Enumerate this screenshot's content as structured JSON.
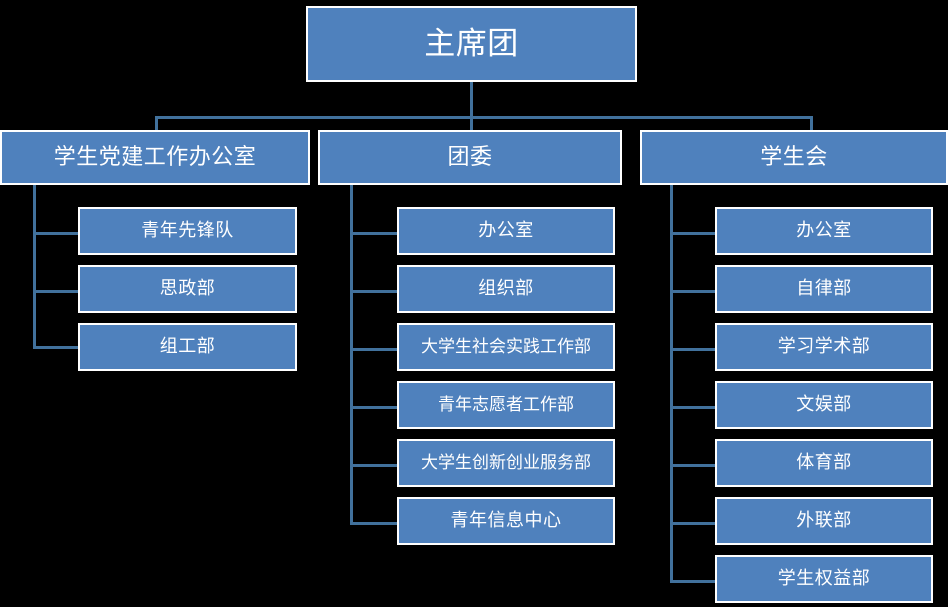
{
  "chart_data": {
    "type": "diagram",
    "diagram_type": "organization-chart",
    "title": "",
    "orientation": "top-down-with-left-hanging-children",
    "colors": {
      "background": "#000000",
      "node_fill": "#4F81BD",
      "node_border": "#FFFFFF",
      "node_text": "#FFFFFF",
      "connector": "#41719C"
    },
    "levels": 3,
    "node_count": 17
  },
  "root": {
    "label": "主席团"
  },
  "branches": [
    {
      "id": "student-party-building-office",
      "label": "学生党建工作办公室",
      "children": [
        {
          "label": "青年先锋队"
        },
        {
          "label": "思政部"
        },
        {
          "label": "组工部"
        }
      ]
    },
    {
      "id": "youth-league-committee",
      "label": "团委",
      "children": [
        {
          "label": "办公室"
        },
        {
          "label": "组织部"
        },
        {
          "label": "大学生社会实践工作部"
        },
        {
          "label": "青年志愿者工作部"
        },
        {
          "label": "大学生创新创业服务部"
        },
        {
          "label": "青年信息中心"
        }
      ]
    },
    {
      "id": "student-union",
      "label": "学生会",
      "children": [
        {
          "label": "办公室"
        },
        {
          "label": "自律部"
        },
        {
          "label": "学习学术部"
        },
        {
          "label": "文娱部"
        },
        {
          "label": "体育部"
        },
        {
          "label": "外联部"
        },
        {
          "label": "学生权益部"
        }
      ]
    }
  ]
}
